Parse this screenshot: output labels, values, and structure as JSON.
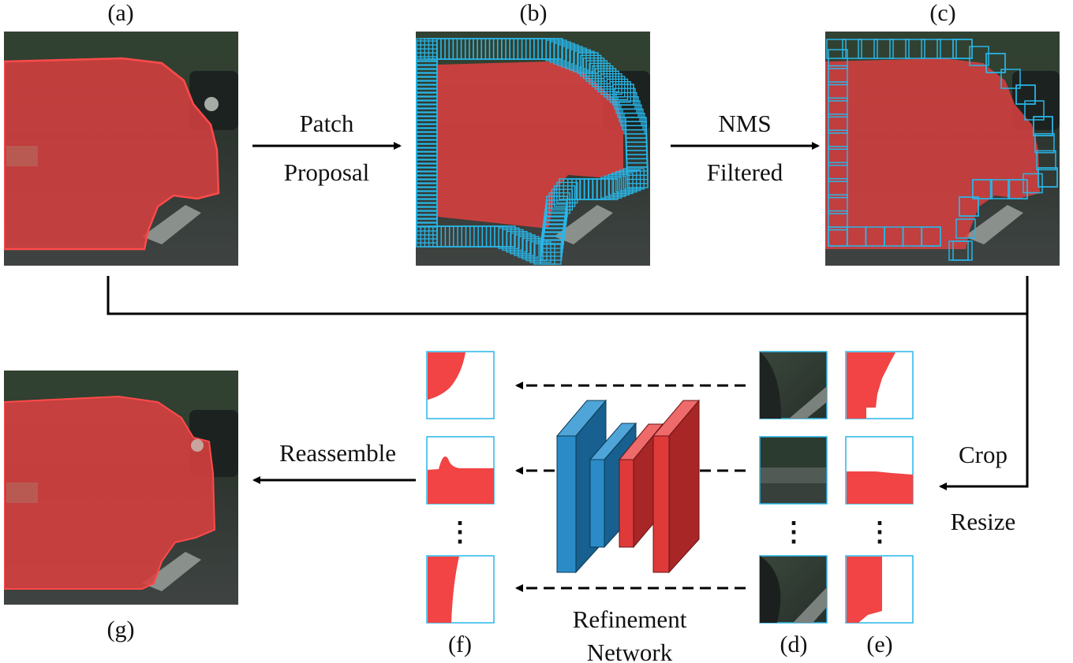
{
  "panel_labels": {
    "a": "(a)",
    "b": "(b)",
    "c": "(c)",
    "d": "(d)",
    "e": "(e)",
    "f": "(f)",
    "g": "(g)"
  },
  "steps": {
    "patch_proposal": [
      "Patch",
      "Proposal"
    ],
    "nms_filtered": [
      "NMS",
      "Filtered"
    ],
    "crop_resize": [
      "Crop",
      "Resize"
    ],
    "reassemble": "Reassemble",
    "refinement_network": [
      "Refinement",
      "Network"
    ]
  },
  "ellipsis": "⋮",
  "colors": {
    "mask_red": "#e4393c",
    "patch_blue": "#29b6e8",
    "cnn_blue": "#1f7fb8",
    "cnn_red": "#d73a3a",
    "scene_dark": "#2f3a33"
  }
}
